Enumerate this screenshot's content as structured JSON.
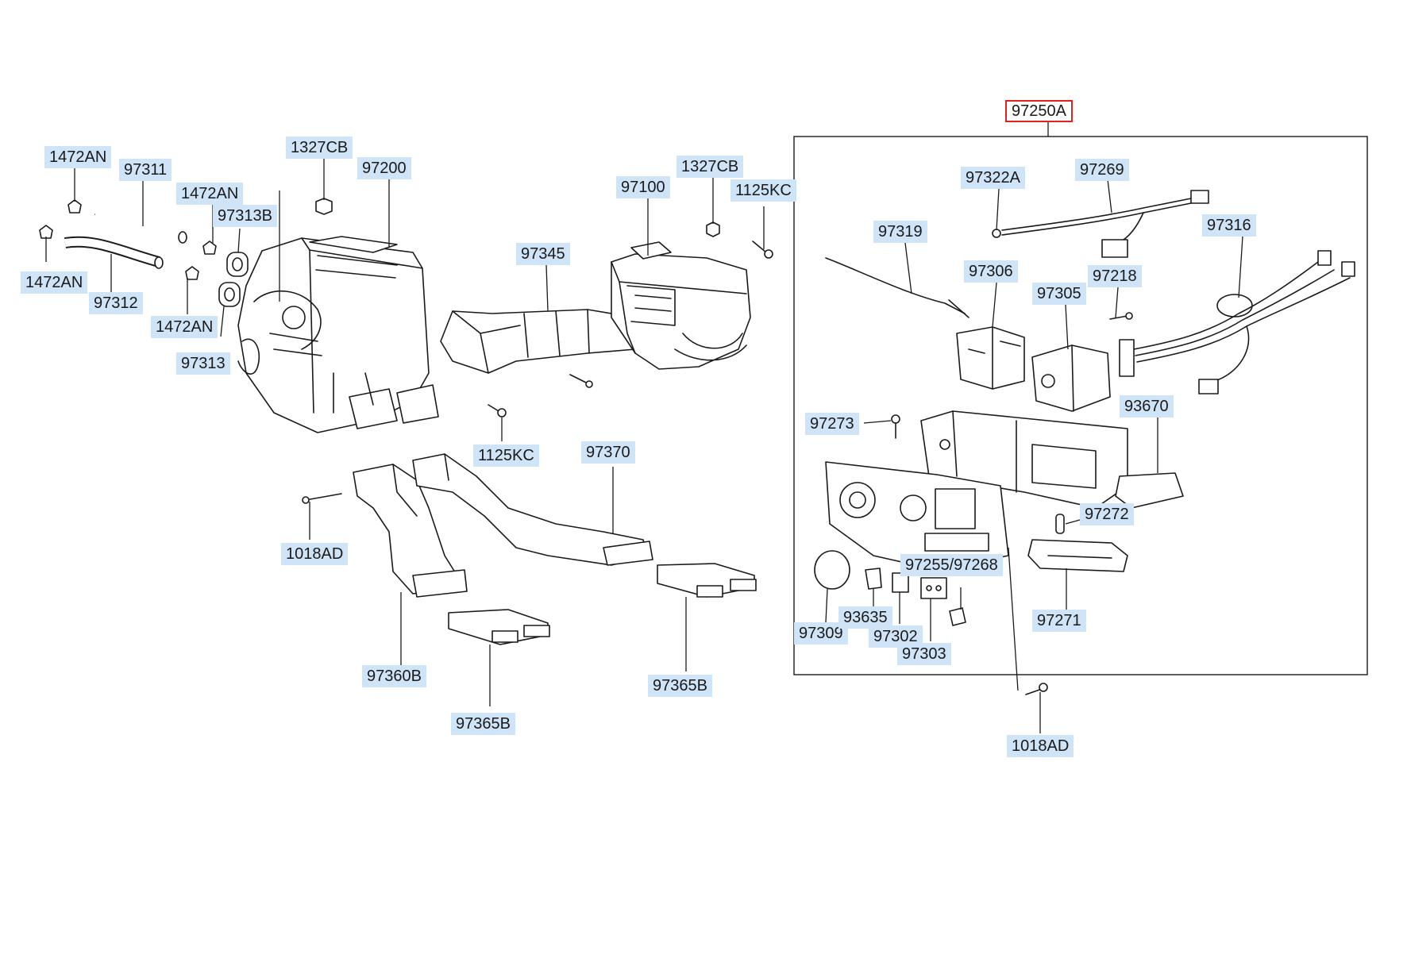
{
  "diagram": {
    "selected_label": "97250A",
    "labels": {
      "l_1472AN_a": "1472AN",
      "l_97311": "97311",
      "l_1472AN_b": "1472AN",
      "l_97313B": "97313B",
      "l_1472AN_c": "1472AN",
      "l_97312": "97312",
      "l_1472AN_d": "1472AN",
      "l_97313": "97313",
      "l_1327CB_a": "1327CB",
      "l_97200": "97200",
      "l_97345": "97345",
      "l_97100": "97100",
      "l_1327CB_b": "1327CB",
      "l_1125KC_a": "1125KC",
      "l_1125KC_b": "1125KC",
      "l_97370": "97370",
      "l_1018AD_a": "1018AD",
      "l_97360B": "97360B",
      "l_97365B_a": "97365B",
      "l_97365B_b": "97365B",
      "l_97250A": "97250A",
      "l_97322A": "97322A",
      "l_97269": "97269",
      "l_97319": "97319",
      "l_97306": "97306",
      "l_97305": "97305",
      "l_97218": "97218",
      "l_97316": "97316",
      "l_97273": "97273",
      "l_93670": "93670",
      "l_97272": "97272",
      "l_97255_97268": "97255/97268",
      "l_97271": "97271",
      "l_97309": "97309",
      "l_93635": "93635",
      "l_97302": "97302",
      "l_97303": "97303",
      "l_1018AD_b": "1018AD"
    }
  }
}
